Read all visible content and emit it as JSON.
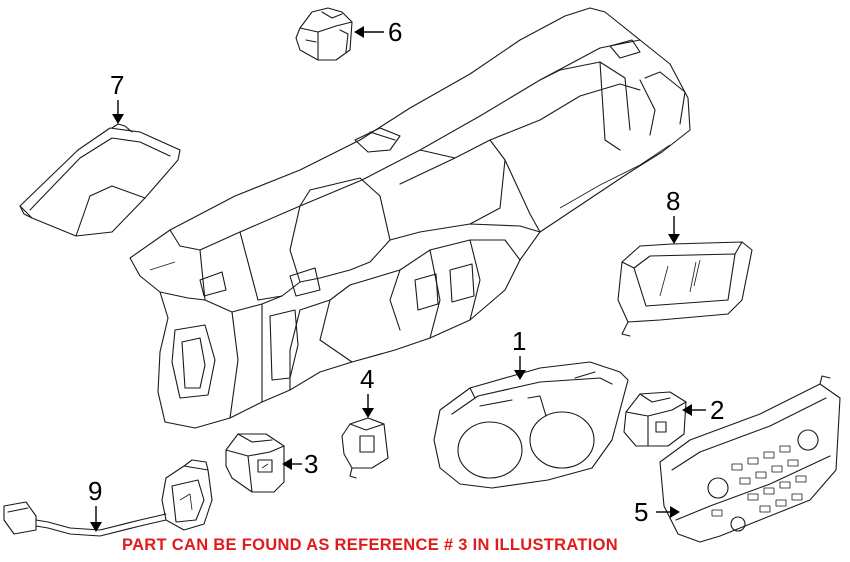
{
  "callouts": {
    "c1": "1",
    "c2": "2",
    "c3": "3",
    "c4": "4",
    "c5": "5",
    "c6": "6",
    "c7": "7",
    "c8": "8",
    "c9": "9"
  },
  "caption": "PART CAN BE FOUND AS REFERENCE # 3 IN ILLUSTRATION",
  "colors": {
    "caption": "#e11b1b",
    "line_art": "#1a1a1a",
    "background": "#ffffff"
  }
}
